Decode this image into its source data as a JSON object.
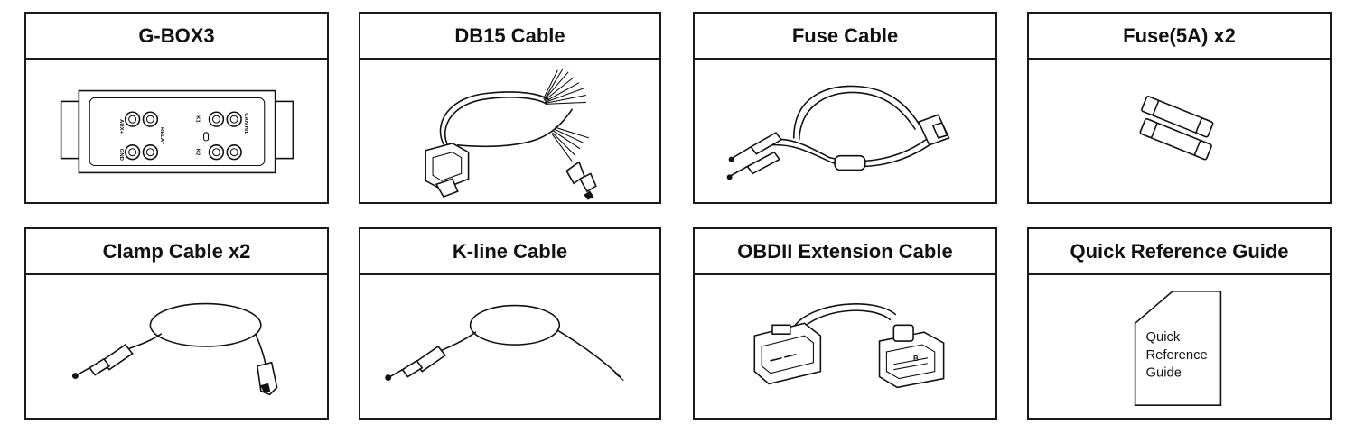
{
  "items": [
    {
      "title": "G-BOX3",
      "icon": "gbox3-device-icon",
      "ports": [
        "AUX+",
        "GND",
        "RELAY",
        "K1",
        "K2",
        "CAN H/L"
      ]
    },
    {
      "title": "DB15 Cable",
      "icon": "db15-cable-icon"
    },
    {
      "title": "Fuse Cable",
      "icon": "fuse-cable-icon"
    },
    {
      "title": "Fuse(5A) x2",
      "icon": "fuse-pair-icon"
    },
    {
      "title": "Clamp Cable x2",
      "icon": "clamp-cable-icon"
    },
    {
      "title": "K-line Cable",
      "icon": "kline-cable-icon"
    },
    {
      "title": "OBDII Extension Cable",
      "icon": "obdii-extension-cable-icon"
    },
    {
      "title": "Quick Reference Guide",
      "icon": "quick-reference-guide-icon",
      "booklet_lines": [
        "Quick",
        "Reference",
        "Guide"
      ]
    }
  ]
}
